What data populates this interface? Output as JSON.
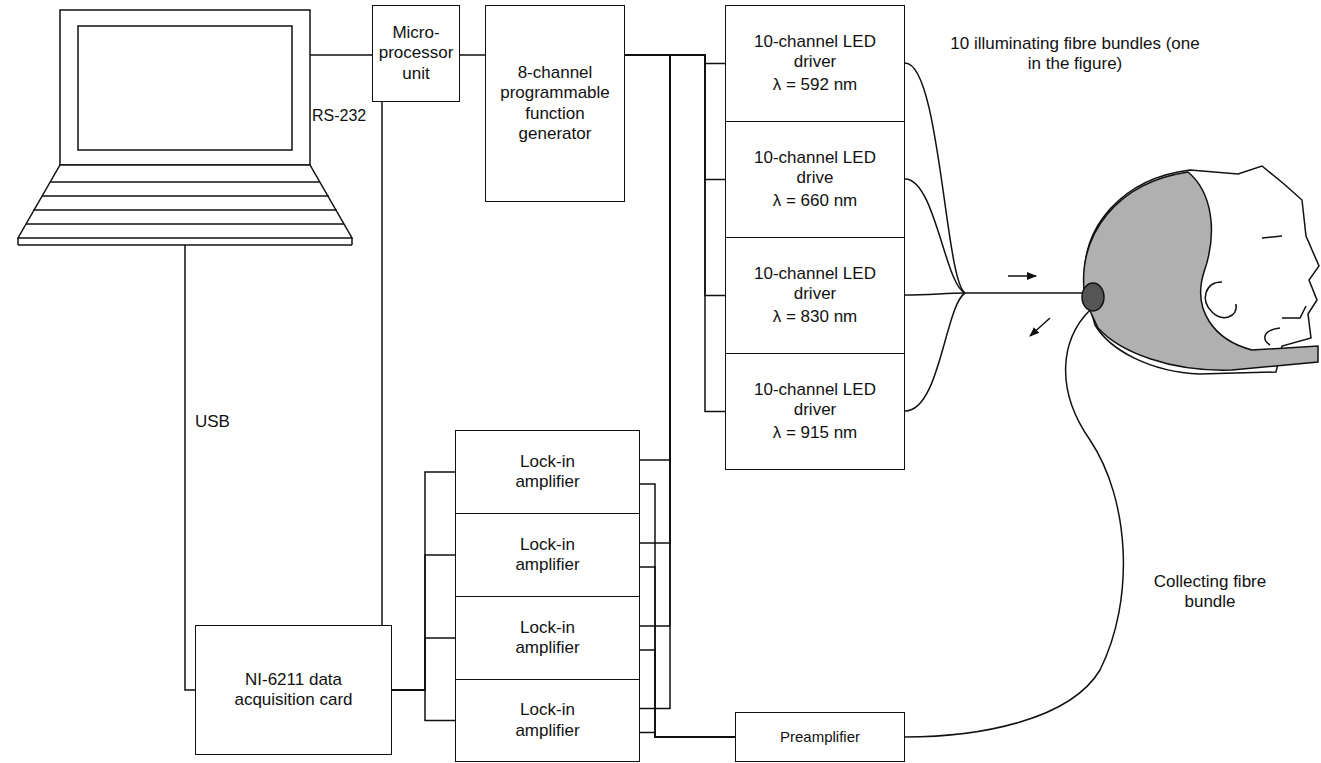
{
  "diagram": {
    "nodes": [
      {
        "text": [
          "Micro- processor unit"
        ]
      },
      {
        "text": [
          "8-channel programmable function generator"
        ]
      },
      {
        "text": [
          "10-channel LED driver",
          "λ = 592 nm"
        ]
      },
      {
        "text": [
          "10-channel LED drive",
          "λ = 660 nm"
        ]
      },
      {
        "text": [
          "10-channel LED driver",
          "λ = 830 nm"
        ]
      },
      {
        "text": [
          "10-channel LED driver",
          "λ = 915 nm"
        ]
      },
      {
        "text": [
          "Lock-in amplifier"
        ]
      },
      {
        "text": [
          "Lock-in amplifier"
        ]
      },
      {
        "text": [
          "Lock-in amplifier"
        ]
      },
      {
        "text": [
          "Lock-in amplifier"
        ]
      },
      {
        "text": [
          "NI-6211 data acquisition card"
        ]
      },
      {
        "text": [
          "Preamplifier"
        ]
      }
    ],
    "edges": [
      {
        "from": 0,
        "to": 1,
        "arrow": "none"
      },
      {
        "from": 0,
        "to": 10,
        "arrow": "none"
      },
      {
        "from": 1,
        "to": 2,
        "arrow": "none"
      },
      {
        "from": 1,
        "to": 3,
        "arrow": "none"
      },
      {
        "from": 1,
        "to": 4,
        "arrow": "none"
      },
      {
        "from": 1,
        "to": 5,
        "arrow": "none"
      },
      {
        "from": 1,
        "to": 6,
        "arrow": "none"
      },
      {
        "from": 1,
        "to": 7,
        "arrow": "none"
      },
      {
        "from": 1,
        "to": 8,
        "arrow": "none"
      },
      {
        "from": 1,
        "to": 9,
        "arrow": "none"
      },
      {
        "from": 6,
        "to": 10,
        "arrow": "none"
      },
      {
        "from": 7,
        "to": 10,
        "arrow": "none"
      },
      {
        "from": 8,
        "to": 10,
        "arrow": "none"
      },
      {
        "from": 9,
        "to": 10,
        "arrow": "none"
      },
      {
        "from": 11,
        "to": 6,
        "arrow": "none"
      },
      {
        "from": 11,
        "to": 7,
        "arrow": "none"
      },
      {
        "from": 11,
        "to": 8,
        "arrow": "none"
      },
      {
        "from": 11,
        "to": 9,
        "arrow": "none"
      }
    ],
    "labels": [
      "RS-232",
      "USB",
      "10 illuminating fibre bundles (one in the figure)",
      "Collecting fibre bundle"
    ]
  }
}
